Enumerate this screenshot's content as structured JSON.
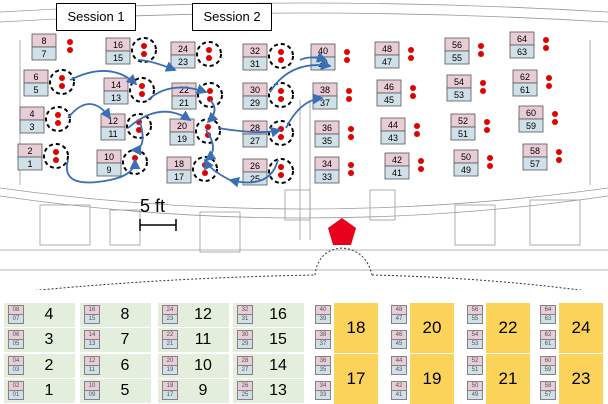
{
  "sessions": [
    {
      "label": "Session 1"
    },
    {
      "label": "Session 2"
    }
  ],
  "scale_label": "5 ft",
  "colors": {
    "desk_top": "#e8cdd6",
    "desk_bottom": "#cfe0e8",
    "marker": "#e00000",
    "arrow": "#3a6fb5",
    "legend_green": "#e3efdc",
    "legend_yellow": "#fbd35a",
    "camera": "#e8001c"
  },
  "desks": [
    {
      "top": "8",
      "bottom": "7"
    },
    {
      "top": "6",
      "bottom": "5"
    },
    {
      "top": "4",
      "bottom": "3"
    },
    {
      "top": "2",
      "bottom": "1"
    },
    {
      "top": "16",
      "bottom": "15"
    },
    {
      "top": "14",
      "bottom": "13"
    },
    {
      "top": "12",
      "bottom": "11"
    },
    {
      "top": "10",
      "bottom": "9"
    },
    {
      "top": "24",
      "bottom": "23"
    },
    {
      "top": "22",
      "bottom": "21"
    },
    {
      "top": "20",
      "bottom": "19"
    },
    {
      "top": "18",
      "bottom": "17"
    },
    {
      "top": "32",
      "bottom": "31"
    },
    {
      "top": "30",
      "bottom": "29"
    },
    {
      "top": "28",
      "bottom": "27"
    },
    {
      "top": "26",
      "bottom": "25"
    },
    {
      "top": "40",
      "bottom": "39"
    },
    {
      "top": "38",
      "bottom": "37"
    },
    {
      "top": "36",
      "bottom": "35"
    },
    {
      "top": "34",
      "bottom": "33"
    },
    {
      "top": "48",
      "bottom": "47"
    },
    {
      "top": "46",
      "bottom": "45"
    },
    {
      "top": "44",
      "bottom": "43"
    },
    {
      "top": "42",
      "bottom": "41"
    },
    {
      "top": "56",
      "bottom": "55"
    },
    {
      "top": "54",
      "bottom": "53"
    },
    {
      "top": "52",
      "bottom": "51"
    },
    {
      "top": "50",
      "bottom": "49"
    },
    {
      "top": "64",
      "bottom": "63"
    },
    {
      "top": "62",
      "bottom": "61"
    },
    {
      "top": "60",
      "bottom": "59"
    },
    {
      "top": "58",
      "bottom": "57"
    }
  ],
  "legend": [
    {
      "chip_top": "08",
      "chip_bottom": "07",
      "num": "4"
    },
    {
      "chip_top": "06",
      "chip_bottom": "05",
      "num": "3"
    },
    {
      "chip_top": "04",
      "chip_bottom": "03",
      "num": "2"
    },
    {
      "chip_top": "02",
      "chip_bottom": "01",
      "num": "1"
    },
    {
      "chip_top": "16",
      "chip_bottom": "15",
      "num": "8"
    },
    {
      "chip_top": "14",
      "chip_bottom": "13",
      "num": "7"
    },
    {
      "chip_top": "12",
      "chip_bottom": "11",
      "num": "6"
    },
    {
      "chip_top": "10",
      "chip_bottom": "09",
      "num": "5"
    },
    {
      "chip_top": "24",
      "chip_bottom": "23",
      "num": "12"
    },
    {
      "chip_top": "22",
      "chip_bottom": "21",
      "num": "11"
    },
    {
      "chip_top": "20",
      "chip_bottom": "19",
      "num": "10"
    },
    {
      "chip_top": "18",
      "chip_bottom": "17",
      "num": "9"
    },
    {
      "chip_top": "32",
      "chip_bottom": "31",
      "num": "16"
    },
    {
      "chip_top": "30",
      "chip_bottom": "29",
      "num": "15"
    },
    {
      "chip_top": "28",
      "chip_bottom": "27",
      "num": "14"
    },
    {
      "chip_top": "26",
      "chip_bottom": "25",
      "num": "13"
    },
    {
      "chip_top": "40",
      "chip_bottom": "39",
      "num": "18"
    },
    {
      "chip_top": "38",
      "chip_bottom": "37",
      "num": ""
    },
    {
      "chip_top": "36",
      "chip_bottom": "35",
      "num": "17"
    },
    {
      "chip_top": "34",
      "chip_bottom": "33",
      "num": ""
    },
    {
      "chip_top": "48",
      "chip_bottom": "47",
      "num": "20"
    },
    {
      "chip_top": "46",
      "chip_bottom": "45",
      "num": ""
    },
    {
      "chip_top": "44",
      "chip_bottom": "43",
      "num": "19"
    },
    {
      "chip_top": "42",
      "chip_bottom": "41",
      "num": ""
    },
    {
      "chip_top": "56",
      "chip_bottom": "55",
      "num": "22"
    },
    {
      "chip_top": "54",
      "chip_bottom": "53",
      "num": ""
    },
    {
      "chip_top": "52",
      "chip_bottom": "51",
      "num": "21"
    },
    {
      "chip_top": "50",
      "chip_bottom": "49",
      "num": ""
    },
    {
      "chip_top": "64",
      "chip_bottom": "63",
      "num": "24"
    },
    {
      "chip_top": "62",
      "chip_bottom": "61",
      "num": ""
    },
    {
      "chip_top": "60",
      "chip_bottom": "59",
      "num": "23"
    },
    {
      "chip_top": "58",
      "chip_bottom": "57",
      "num": ""
    }
  ]
}
